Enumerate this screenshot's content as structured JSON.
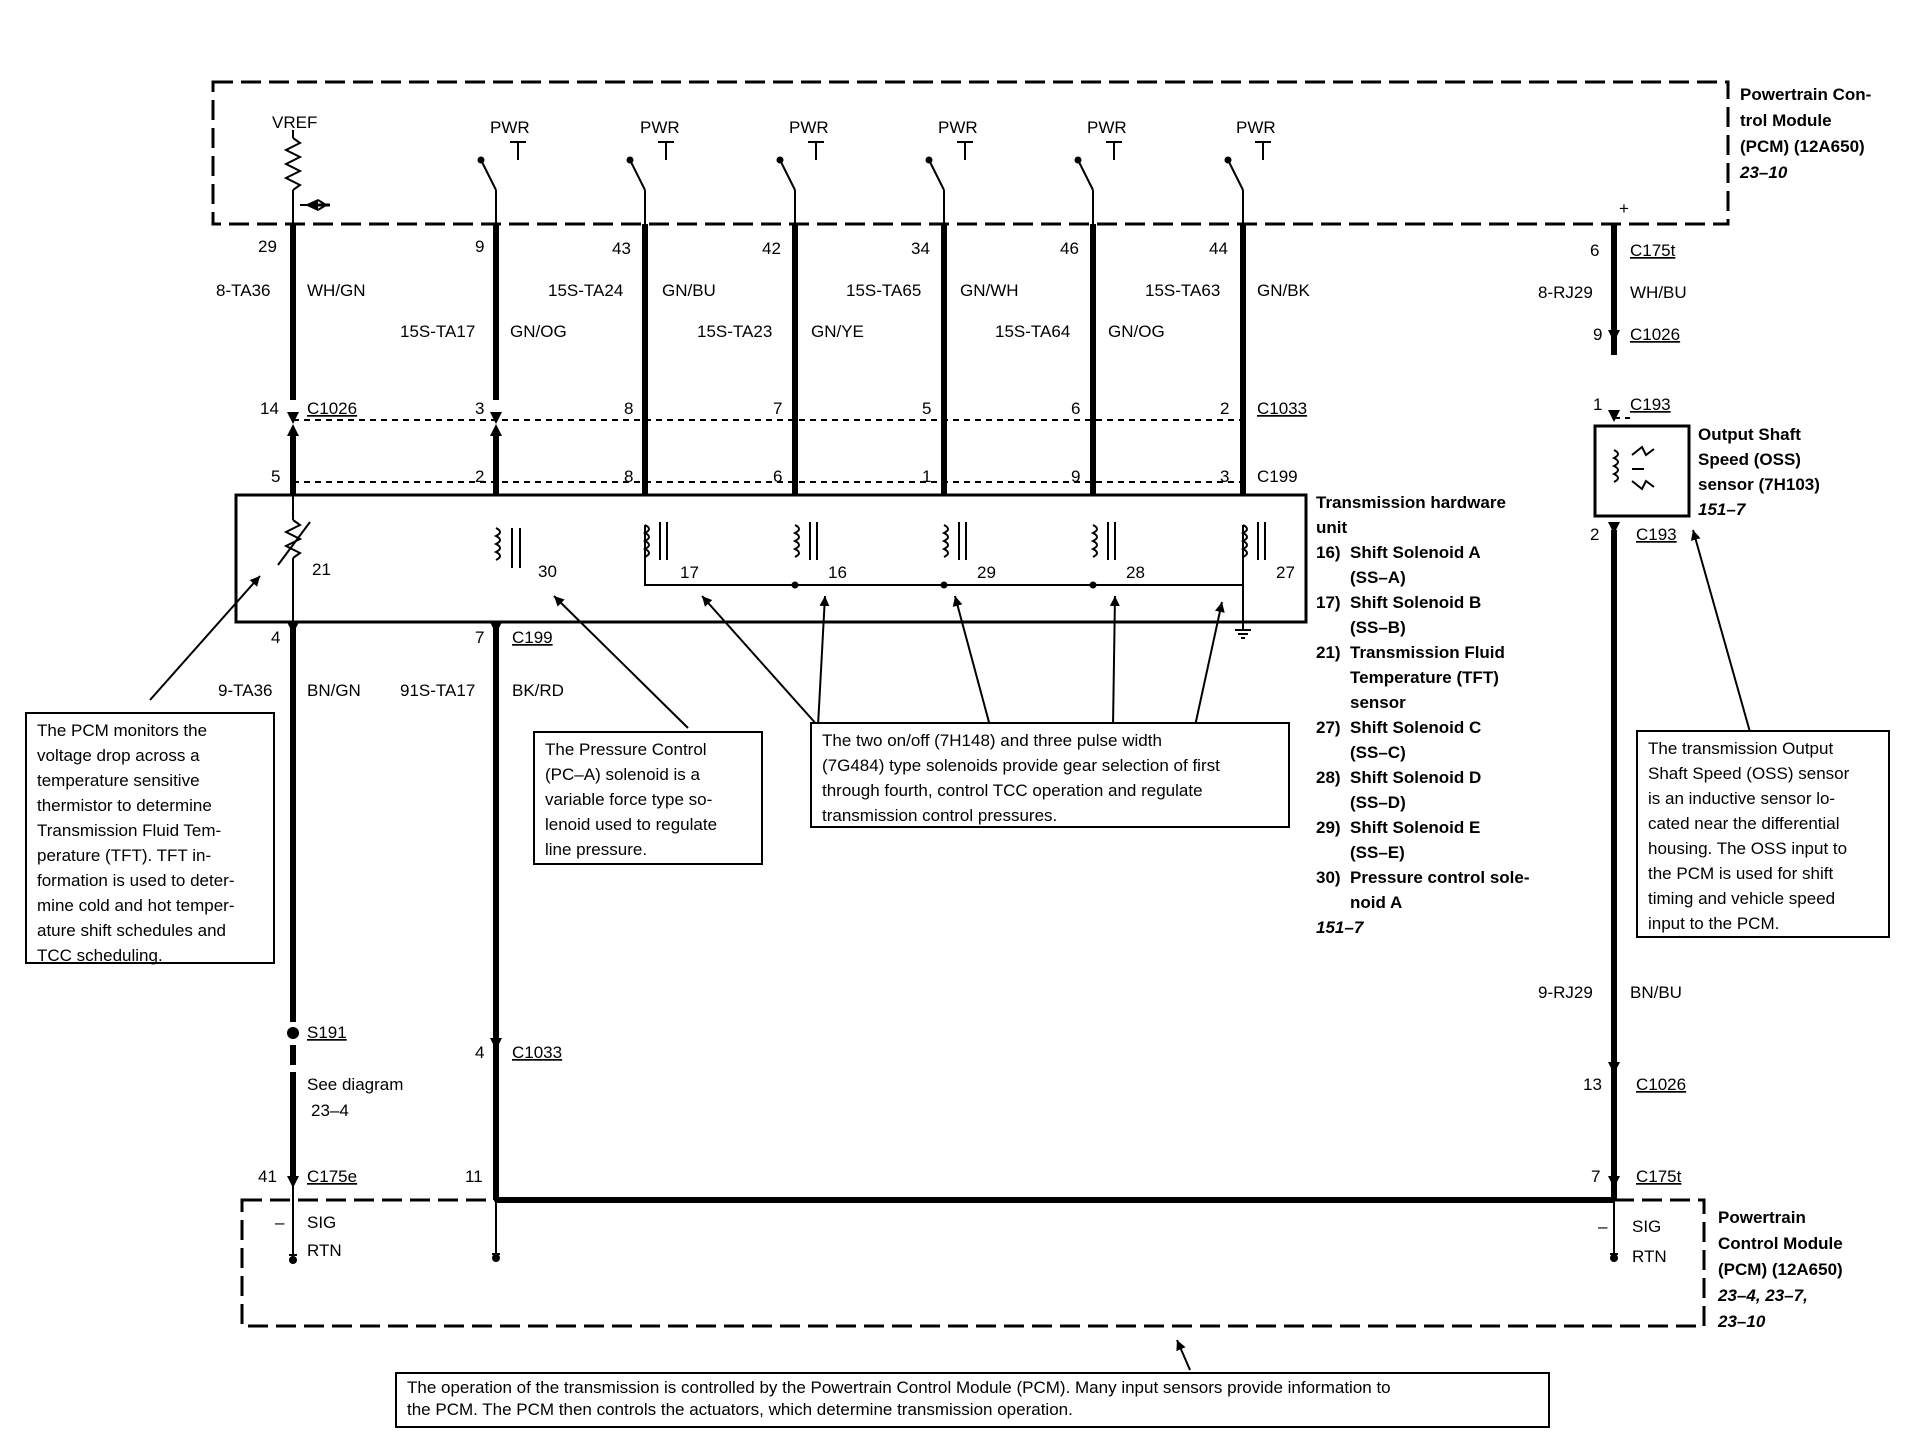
{
  "pcm_top": {
    "title": [
      "Powertrain Con-",
      "trol Module",
      "(PCM) (12A650)"
    ],
    "ref": "23–10"
  },
  "pcm_bottom": {
    "title": [
      "Powertrain",
      "Control Module",
      "(PCM) (12A650)"
    ],
    "ref": [
      "23–4, 23–7,",
      "23–10"
    ]
  },
  "vref_label": "VREF",
  "pwr_label": "PWR",
  "plus_sign": "+",
  "minus_sign": "–",
  "sig_label": "SIG",
  "rtn_label": "RTN",
  "circuits": [
    {
      "pin": "29",
      "circuit": "8-TA36",
      "color": "WH/GN",
      "c1026_pin": "14",
      "c1026": "C1026",
      "c199_pin": "5",
      "comp": "21",
      "out_pin": "4",
      "out_circuit": "9-TA36",
      "out_color": "BN/GN"
    },
    {
      "pin": "9",
      "circuit": "15S-TA17",
      "color": "GN/OG",
      "c1033_pin": "3",
      "c199_pin": "2",
      "comp": "30",
      "out_pin": "7",
      "out_conn": "C199",
      "out_circuit": "91S-TA17",
      "out_color": "BK/RD"
    },
    {
      "pin": "43",
      "circuit": "15S-TA24",
      "color": "GN/BU",
      "c1033_pin": "8",
      "c199_pin": "8",
      "comp": "17"
    },
    {
      "pin": "42",
      "circuit": "15S-TA23",
      "color": "GN/YE",
      "c1033_pin": "7",
      "c199_pin": "6",
      "comp": "16"
    },
    {
      "pin": "34",
      "circuit": "15S-TA65",
      "color": "GN/WH",
      "c1033_pin": "5",
      "c199_pin": "1",
      "comp": "29"
    },
    {
      "pin": "46",
      "circuit": "15S-TA64",
      "color": "GN/OG",
      "c1033_pin": "6",
      "c199_pin": "9",
      "comp": "28"
    },
    {
      "pin": "44",
      "circuit": "15S-TA63",
      "color": "GN/BK",
      "c1033_pin": "2",
      "c1033": "C1033",
      "c199_pin": "3",
      "c199": "C199",
      "comp": "27"
    }
  ],
  "left_bottom": {
    "splice": "S191",
    "see": [
      "See diagram",
      "23–4"
    ],
    "pin": "41",
    "conn": "C175e"
  },
  "second_bottom": {
    "pin_c1033": "4",
    "conn_c1033": "C1033",
    "pin": "11"
  },
  "oss_circuit": {
    "pin1": "6",
    "conn1": "C175t",
    "circuit1": "8-RJ29",
    "color1": "WH/BU",
    "pin2": "9",
    "conn2": "C1026",
    "pin3": "1",
    "conn3": "C193",
    "pin4": "2",
    "conn4": "C193",
    "circuit2": "9-RJ29",
    "color2": "BN/BU",
    "pin5": "13",
    "conn5": "C1026",
    "pin6": "7",
    "conn6": "C175t"
  },
  "oss_sensor": {
    "label": [
      "Output Shaft",
      "Speed (OSS)",
      "sensor (7H103)"
    ],
    "ref": "151–7"
  },
  "trans_unit": {
    "title": [
      "Transmission hardware",
      "unit"
    ],
    "items": [
      {
        "num": "16)",
        "lines": [
          "Shift Solenoid A",
          "(SS–A)"
        ]
      },
      {
        "num": "17)",
        "lines": [
          "Shift Solenoid B",
          "(SS–B)"
        ]
      },
      {
        "num": "21)",
        "lines": [
          "Transmission Fluid",
          "Temperature (TFT)",
          "sensor"
        ]
      },
      {
        "num": "27)",
        "lines": [
          "Shift Solenoid C",
          "(SS–C)"
        ]
      },
      {
        "num": "28)",
        "lines": [
          "Shift Solenoid D",
          "(SS–D)"
        ]
      },
      {
        "num": "29)",
        "lines": [
          "Shift Solenoid E",
          "(SS–E)"
        ]
      },
      {
        "num": "30)",
        "lines": [
          "Pressure control sole-",
          "noid A"
        ]
      }
    ],
    "ref": "151–7"
  },
  "notes": {
    "tft": [
      "The PCM monitors the",
      "voltage drop across a",
      "temperature sensitive",
      "thermistor to determine",
      "Transmission Fluid Tem-",
      "perature (TFT). TFT in-",
      "formation is used to deter-",
      "mine cold and hot temper-",
      "ature shift schedules and",
      "TCC scheduling."
    ],
    "pc": [
      "The Pressure Control",
      "(PC–A) solenoid is a",
      "variable force type so-",
      "lenoid used to regulate",
      "line pressure."
    ],
    "solenoids": [
      "The two on/off (7H148) and three pulse width",
      "(7G484) type solenoids provide gear selection of first",
      "through fourth, control TCC operation and regulate",
      "transmission control pressures."
    ],
    "oss": [
      "The transmission Output",
      "Shaft Speed (OSS) sensor",
      "is an inductive sensor lo-",
      "cated near the differential",
      "housing. The OSS input to",
      "the PCM is used for shift",
      "timing and vehicle speed",
      "input to the PCM."
    ],
    "pcm": [
      "The operation of the transmission is controlled by the Powertrain Control Module (PCM). Many input sensors provide information to",
      "the PCM. The PCM then controls the actuators, which determine transmission operation."
    ]
  }
}
